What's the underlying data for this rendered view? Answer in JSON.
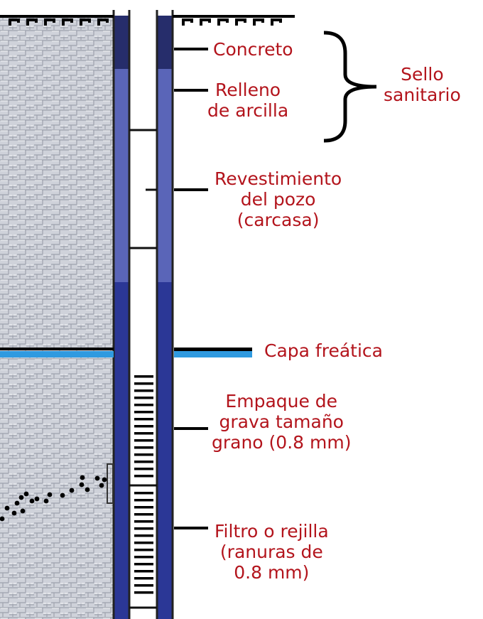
{
  "labels": {
    "concrete": "Concreto",
    "clay_fill": "Relleno\nde arcilla",
    "sanitary_seal": "Sello\nsanitario",
    "casing": "Revestimiento\ndel pozo\n(carcasa)",
    "water_table": "Capa freática",
    "gravel_pack": "Empaque de\ngrava tamaño\ngrano (0.8 mm)",
    "screen": "Filtro o rejilla\n(ranuras de\n0.8 mm)"
  },
  "colors": {
    "label_text": "#b3141c",
    "soil": "#cfd2da",
    "concrete": "#262d6b",
    "clay": "#5a65b8",
    "gravel": "#2b3796",
    "water": "#2f9ae0"
  }
}
